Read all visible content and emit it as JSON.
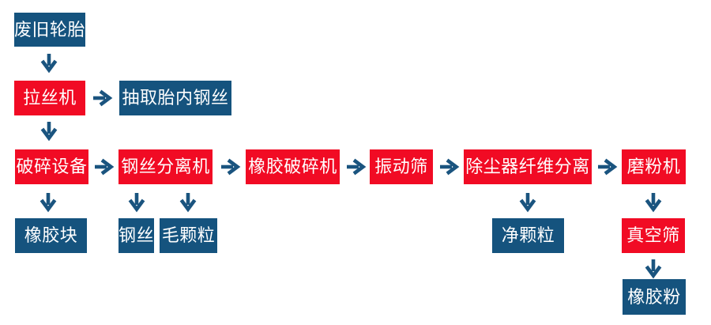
{
  "diagram": {
    "type": "flowchart",
    "subject": "waste tire recycling process",
    "background": "#ffffff"
  },
  "colors": {
    "process_box_red": "#f10b24",
    "material_box_blue": "#15537e",
    "arrow_blue": "#1a547f",
    "text_white": "#ffffff"
  },
  "icons": {
    "arrow_right": "→",
    "arrow_down": "↓"
  },
  "nodes": {
    "waste_tires": {
      "label": "废旧轮胎",
      "type": "material"
    },
    "wire_drawing_machine": {
      "label": "拉丝机",
      "type": "process"
    },
    "extract_tire_steel_wire": {
      "label": "抽取胎内钢丝",
      "type": "material"
    },
    "crushing_equipment": {
      "label": "破碎设备",
      "type": "process"
    },
    "steel_wire_separator": {
      "label": "钢丝分离机",
      "type": "process"
    },
    "rubber_crusher": {
      "label": "橡胶破碎机",
      "type": "process"
    },
    "vibrating_screen": {
      "label": "振动筛",
      "type": "process"
    },
    "dust_fiber_separator": {
      "label": "除尘器纤维分离",
      "type": "process"
    },
    "grinding_mill": {
      "label": "磨粉机",
      "type": "process"
    },
    "rubber_block": {
      "label": "橡胶块",
      "type": "material"
    },
    "steel_wire": {
      "label": "钢丝",
      "type": "material"
    },
    "rough_granules": {
      "label": "毛颗粒",
      "type": "material"
    },
    "clean_granules": {
      "label": "净颗粒",
      "type": "material"
    },
    "vacuum_screen": {
      "label": "真空筛",
      "type": "process"
    },
    "rubber_powder": {
      "label": "橡胶粉",
      "type": "material"
    }
  },
  "edges": [
    {
      "from": "waste_tires",
      "to": "wire_drawing_machine",
      "direction": "down"
    },
    {
      "from": "wire_drawing_machine",
      "to": "extract_tire_steel_wire",
      "direction": "right"
    },
    {
      "from": "wire_drawing_machine",
      "to": "crushing_equipment",
      "direction": "down"
    },
    {
      "from": "crushing_equipment",
      "to": "steel_wire_separator",
      "direction": "right"
    },
    {
      "from": "crushing_equipment",
      "to": "rubber_block",
      "direction": "down"
    },
    {
      "from": "steel_wire_separator",
      "to": "rubber_crusher",
      "direction": "right"
    },
    {
      "from": "steel_wire_separator",
      "to": "steel_wire",
      "direction": "down"
    },
    {
      "from": "steel_wire_separator",
      "to": "rough_granules",
      "direction": "down"
    },
    {
      "from": "rubber_crusher",
      "to": "vibrating_screen",
      "direction": "right"
    },
    {
      "from": "vibrating_screen",
      "to": "dust_fiber_separator",
      "direction": "right"
    },
    {
      "from": "dust_fiber_separator",
      "to": "grinding_mill",
      "direction": "right"
    },
    {
      "from": "dust_fiber_separator",
      "to": "clean_granules",
      "direction": "down"
    },
    {
      "from": "grinding_mill",
      "to": "vacuum_screen",
      "direction": "down"
    },
    {
      "from": "vacuum_screen",
      "to": "rubber_powder",
      "direction": "down"
    }
  ]
}
